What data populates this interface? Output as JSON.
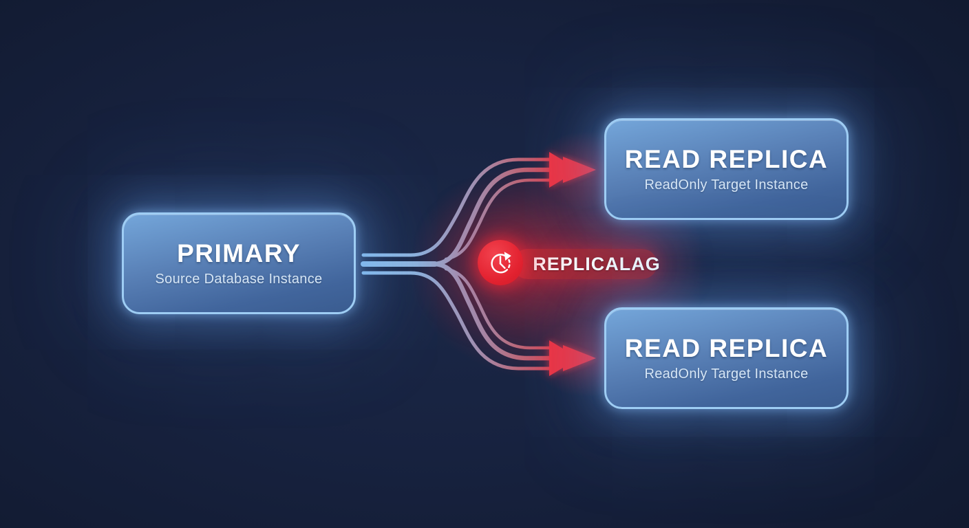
{
  "diagram": {
    "title_hidden": "",
    "primary": {
      "title": "PRIMARY",
      "subtitle": "Source Database Instance"
    },
    "replica_top": {
      "title": "READ REPLICA",
      "subtitle": "ReadOnly Target Instance"
    },
    "replica_bottom": {
      "title": "READ REPLICA",
      "subtitle": "ReadOnly Target Instance"
    },
    "lag_badge": {
      "label": "REPLICALAG",
      "icon": "clock-history-icon"
    },
    "colors": {
      "background": "#17223f",
      "box_border": "#9ecdf4",
      "box_fill_top": "#74a6da",
      "box_fill_bottom": "#3a5c90",
      "title_text": "#ffffff",
      "subtitle_text": "#d6e6f6",
      "flow_start_blue": "#8fc3ee",
      "flow_mid_purple": "#9e93b6",
      "flow_end_red": "#f03242",
      "arrow_red": "#f03040",
      "badge_circle_red": "#e32230",
      "badge_pill_red": "#9e2531"
    }
  }
}
